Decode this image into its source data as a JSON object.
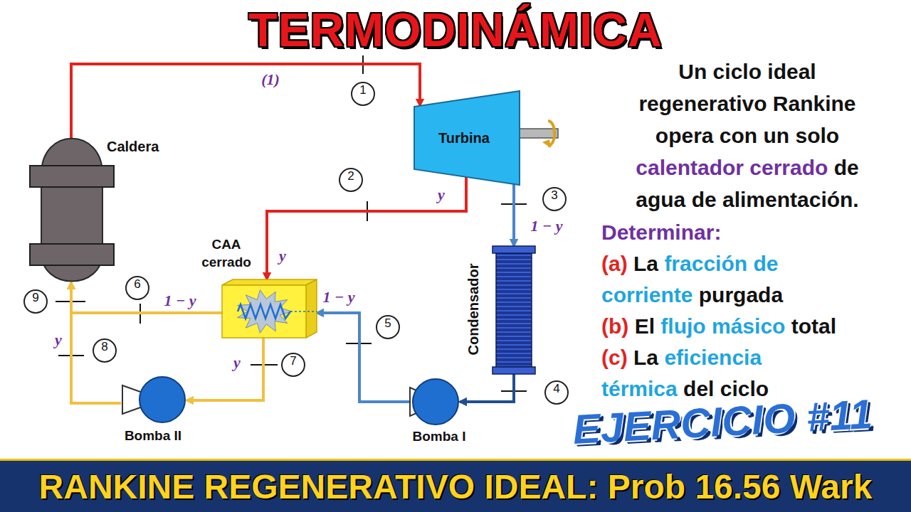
{
  "diagram": {
    "title": "TERMODINÁMICA",
    "caption": "RANKINE REGENERATIVO IDEAL: Prob 16.56 Wark",
    "nodes": [
      {
        "text": [
          "Turbina"
        ]
      },
      {
        "text": [
          "Caldera"
        ]
      },
      {
        "text": [
          "CAA cerrado"
        ]
      },
      {
        "text": [
          "Condensador"
        ]
      },
      {
        "text": [
          "Bomba II"
        ]
      },
      {
        "text": [
          "Bomba I"
        ]
      }
    ],
    "edges": [
      {
        "from": 1,
        "to": 0,
        "arrow": "to",
        "label": "(1)"
      },
      {
        "from": 0,
        "to": 2,
        "arrow": "to",
        "label": "y"
      },
      {
        "from": 0,
        "to": 3,
        "arrow": "to",
        "label": "1 − y"
      },
      {
        "from": 3,
        "to": 5,
        "arrow": "to"
      },
      {
        "from": 5,
        "to": 2,
        "arrow": "to",
        "label": "1 − y"
      },
      {
        "from": 2,
        "to": 1,
        "arrow": "to",
        "label": "1 − y"
      },
      {
        "from": 2,
        "to": 4,
        "arrow": "to",
        "label": "y"
      },
      {
        "from": 4,
        "to": 1,
        "arrow": "to",
        "label": "y"
      }
    ],
    "labels": [
      "1",
      "2",
      "3",
      "4",
      "5",
      "6",
      "7",
      "8",
      "9",
      "y",
      "Un ciclo ideal regenerativo Rankine opera con un solo",
      "calentador cerrado",
      "de agua de alimentación.",
      "Determinar:",
      "(a)",
      "La",
      "fracción de corriente",
      "purgada",
      "(b)",
      "El",
      "flujo másico",
      "total",
      "(c)",
      "La",
      "eficiencia térmica",
      "del ciclo",
      "EJERCICIO #11"
    ]
  }
}
